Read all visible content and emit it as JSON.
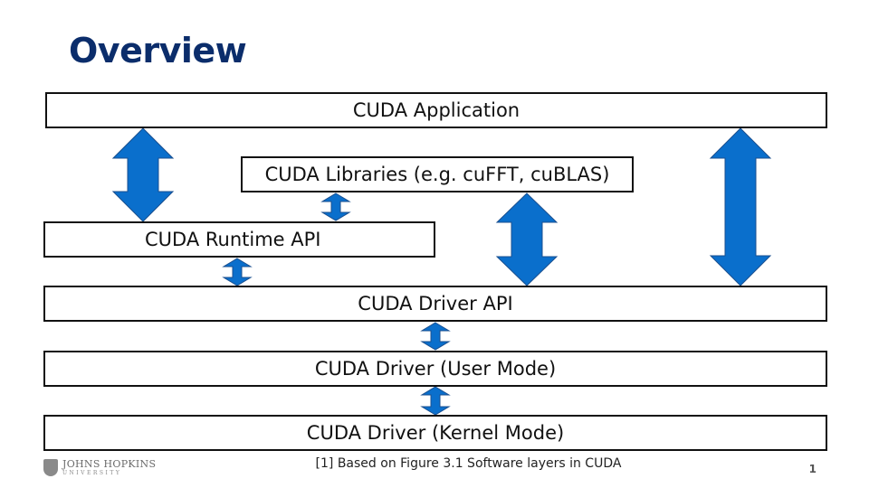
{
  "slide": {
    "title": "Overview",
    "footnote": "[1] Based on Figure 3.1 Software layers in CUDA",
    "page_number": "1"
  },
  "layers": {
    "application": "CUDA Application",
    "libraries": "CUDA Libraries (e.g. cuFFT, cuBLAS)",
    "runtime_api": "CUDA Runtime API",
    "driver_api": "CUDA Driver API",
    "driver_user_mode": "CUDA Driver (User Mode)",
    "driver_kernel_mode": "CUDA Driver (Kernel Mode)"
  },
  "logo": {
    "text": "JOHNS HOPKINS",
    "sub": "UNIVERSITY"
  },
  "colors": {
    "title": "#0b2d6b",
    "arrow_fill": "#0a6fcc",
    "box_border": "#111111"
  }
}
